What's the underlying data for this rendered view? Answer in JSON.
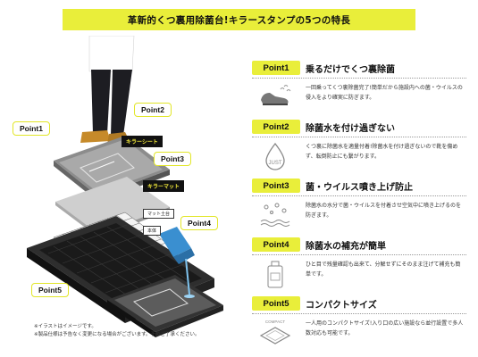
{
  "banner": {
    "title": "革新的くつ裏用除菌台!キラースタンプの5つの特長"
  },
  "illustration": {
    "callouts": [
      "Point1",
      "Point2",
      "Point3",
      "Point4",
      "Point5"
    ],
    "tags": {
      "killer_sheet": "キラーシート",
      "killer_mat": "キラーマット",
      "mat_base": "マット土台",
      "body": "本体"
    }
  },
  "notes": [
    "※イラストはイメージです。",
    "※製品仕様は予告なく変更になる場合がございます。予めご了承ください。"
  ],
  "points": [
    {
      "badge": "Point1",
      "title": "乗るだけでくつ裏除菌",
      "desc": "一回乗ってくつ裏除菌完了!簡単だから施設内への菌・ウイルスの侵入をより確実に防ぎます。",
      "icon": "shoe-icon"
    },
    {
      "badge": "Point2",
      "title": "除菌水を付け過ぎない",
      "desc": "くつ裏に除菌水を適量付着!除菌水を付け過ぎないので靴を傷めず、転倒防止にも繋がります。",
      "icon": "droplet-icon",
      "icon_text": "JUST"
    },
    {
      "badge": "Point3",
      "title": "菌・ウイルス噴き上げ防止",
      "desc": "除菌水の水分で菌・ウイルスを付着させ空気中に噴き上げるのを防ぎます。",
      "icon": "germs-icon"
    },
    {
      "badge": "Point4",
      "title": "除菌水の補充が簡単",
      "desc": "ひと目で残量確認も出来て、分解せずにそのまま注げて補充も簡単です。",
      "icon": "bottle-icon"
    },
    {
      "badge": "Point5",
      "title": "コンパクトサイズ",
      "desc": "一人用のコンパクトサイズ!入り口の広い施設なら並行設置で多人数対応も可能です。",
      "icon": "compact-mat-icon",
      "icon_text": "COMPACT"
    }
  ]
}
